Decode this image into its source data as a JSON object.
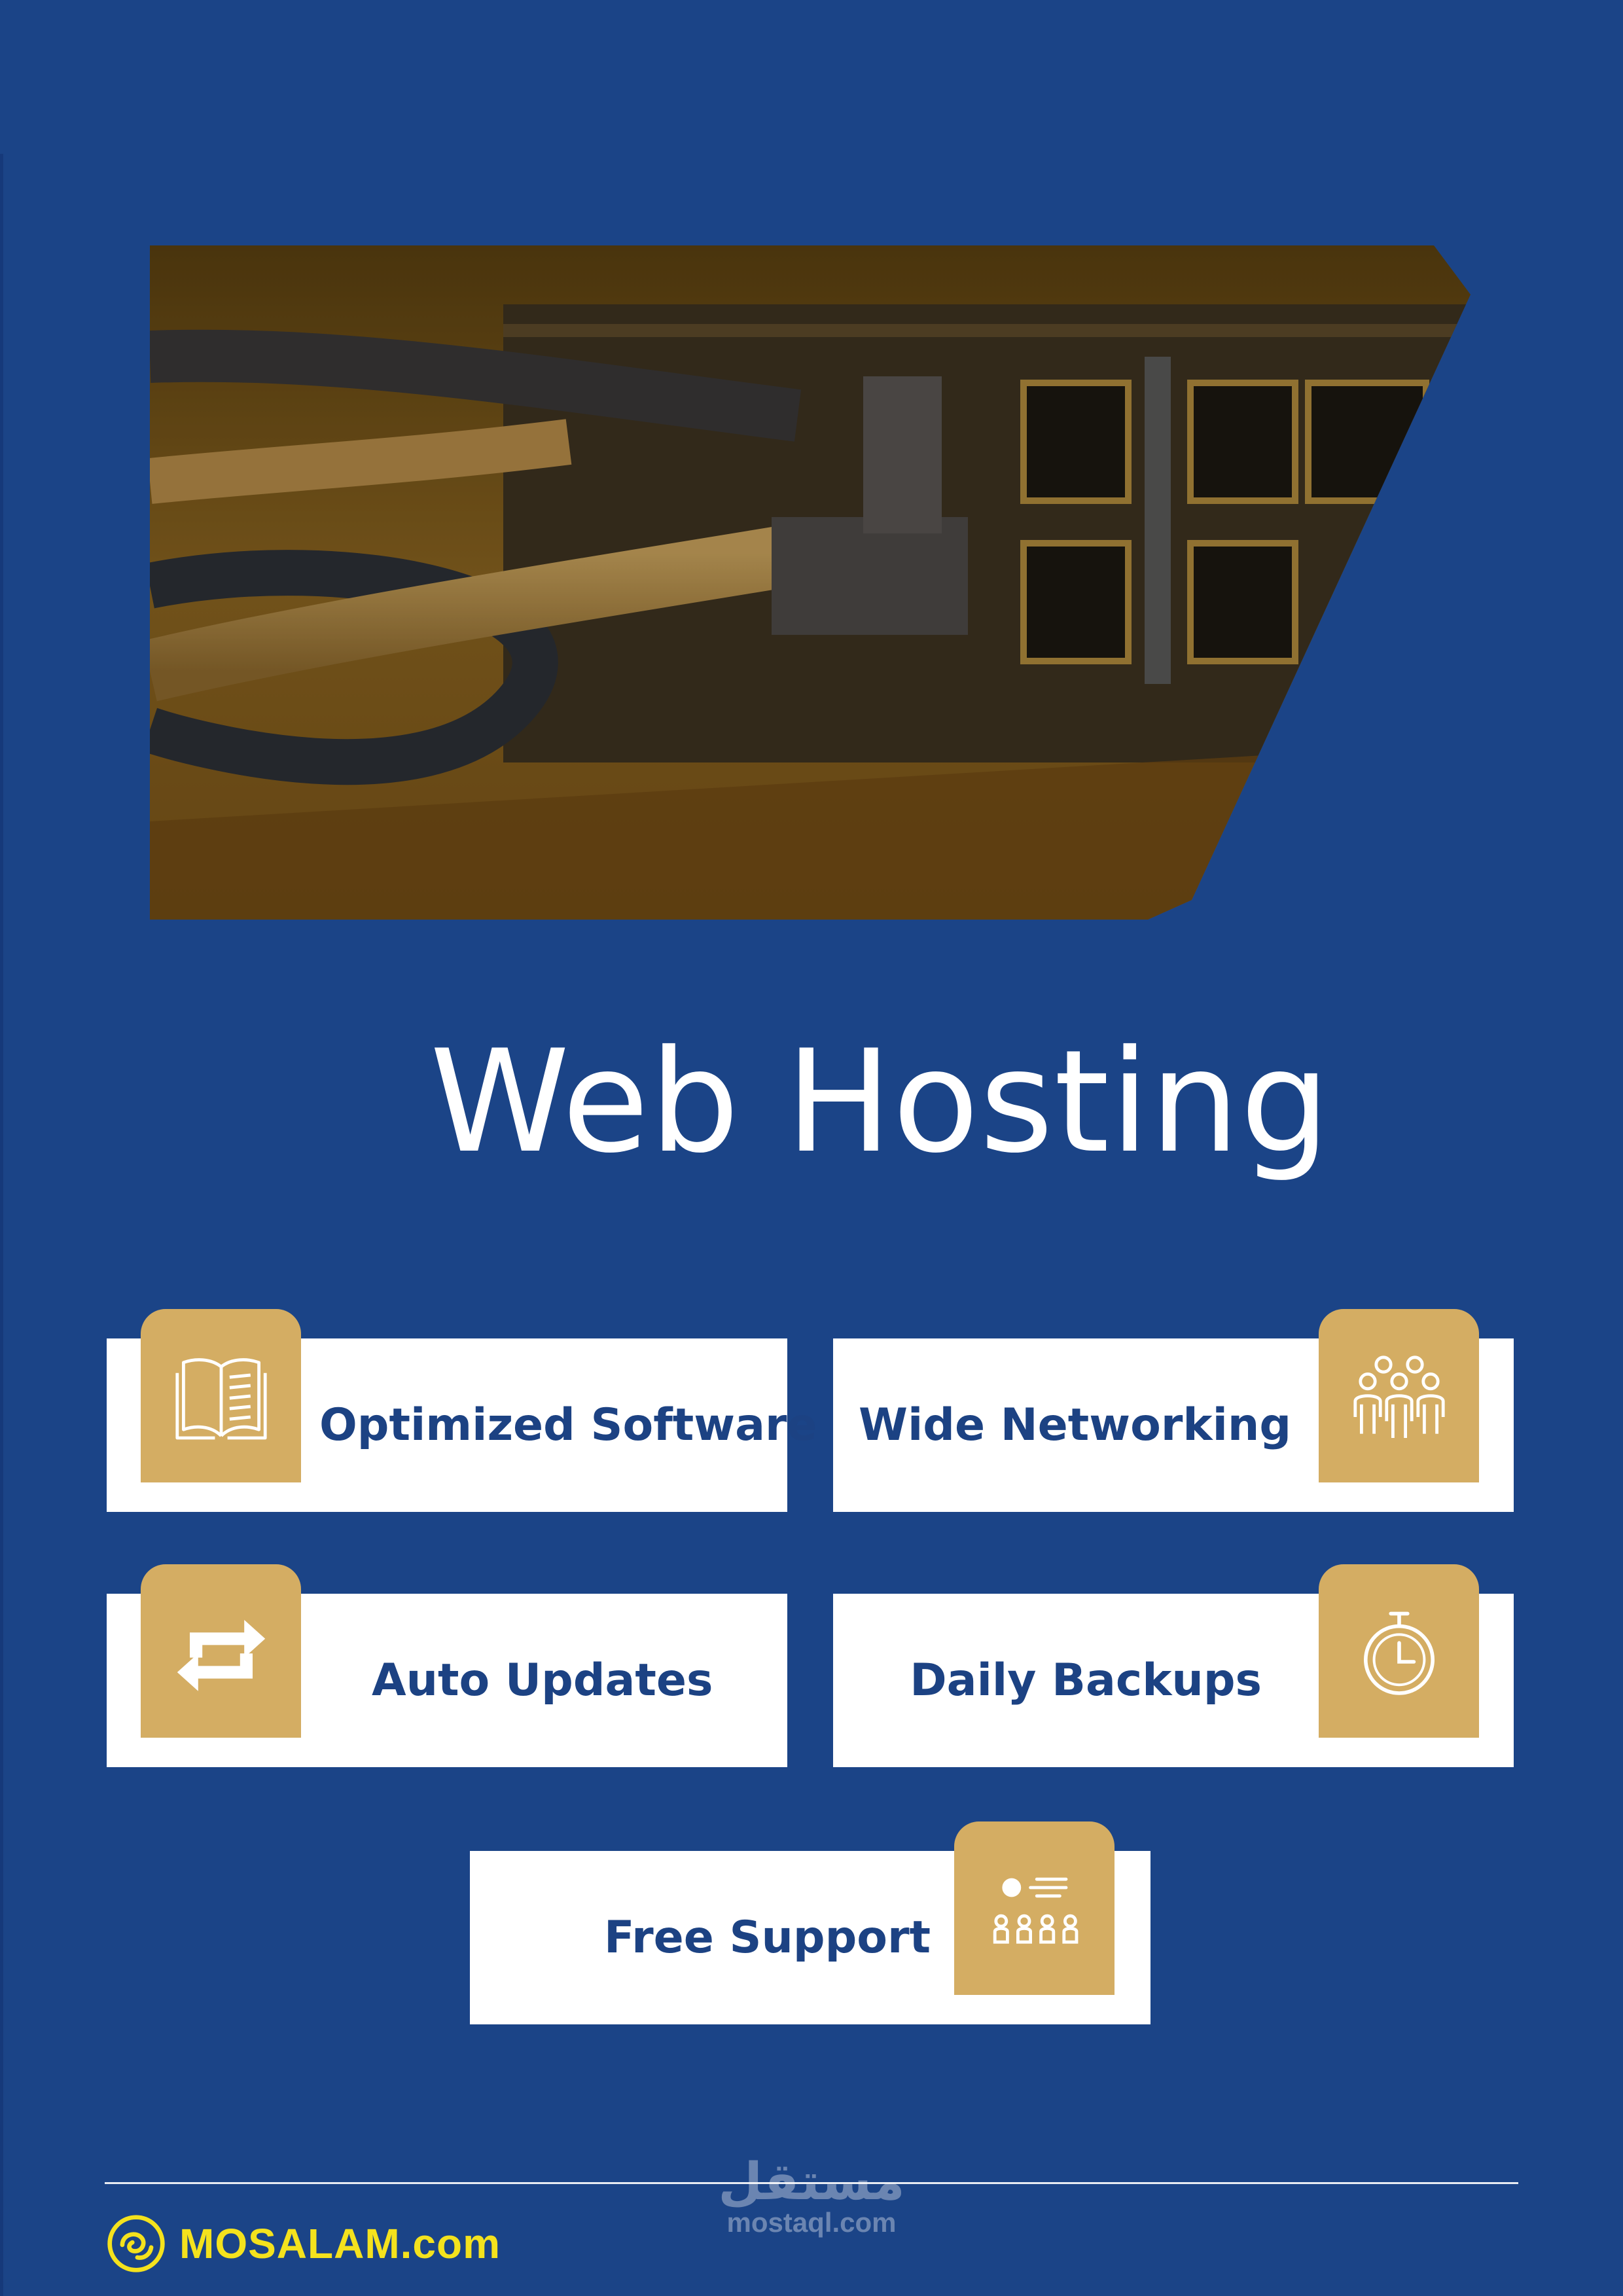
{
  "title": "Web Hosting",
  "hero": {
    "image": "network-switch-cables-photo"
  },
  "features": [
    {
      "label": "Optimized Software",
      "icon": "open-book-icon"
    },
    {
      "label": "Wide Networking",
      "icon": "people-group-icon"
    },
    {
      "label": "Auto Updates",
      "icon": "swap-arrows-icon"
    },
    {
      "label": "Daily Backups",
      "icon": "stopwatch-icon"
    },
    {
      "label": "Free Support",
      "icon": "support-team-icon"
    }
  ],
  "footer": {
    "brand": "MOSALAM.com",
    "watermark_arabic": "مستقل",
    "watermark_latin": "mostaql.com"
  },
  "colors": {
    "background": "#1b4487",
    "accent_gold": "#d4ad63",
    "text_navy": "#1c4283",
    "brand_yellow": "#f4e21d"
  }
}
